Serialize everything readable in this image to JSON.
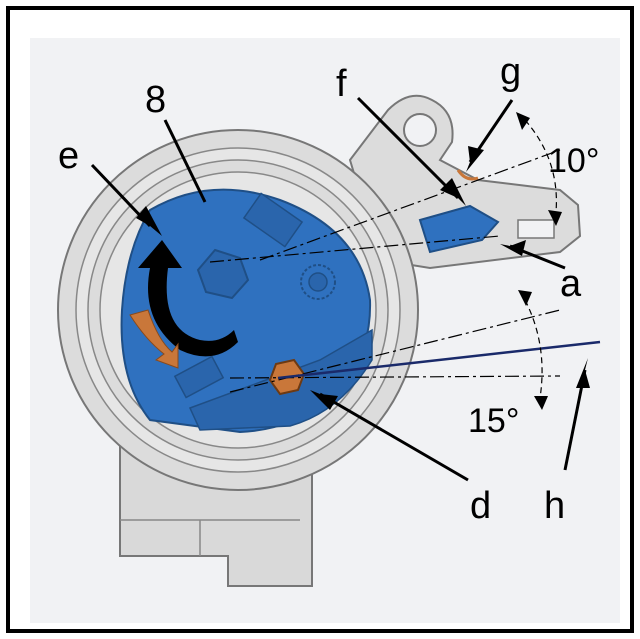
{
  "diagram": {
    "labels": {
      "part_number": "8",
      "e": "e",
      "f": "f",
      "g": "g",
      "a": "a",
      "d": "d",
      "h": "h"
    },
    "angles": {
      "top": "10°",
      "bottom": "15°"
    },
    "colors": {
      "background": "#f1f2f4",
      "frame": "#000000",
      "pulley": "#dcdcdc",
      "body": "#2f71bf",
      "body_dark": "#1f4f86",
      "bracket": "#d9d9d9",
      "accent_orange": "#c9773a",
      "arrow_black": "#000000"
    }
  }
}
